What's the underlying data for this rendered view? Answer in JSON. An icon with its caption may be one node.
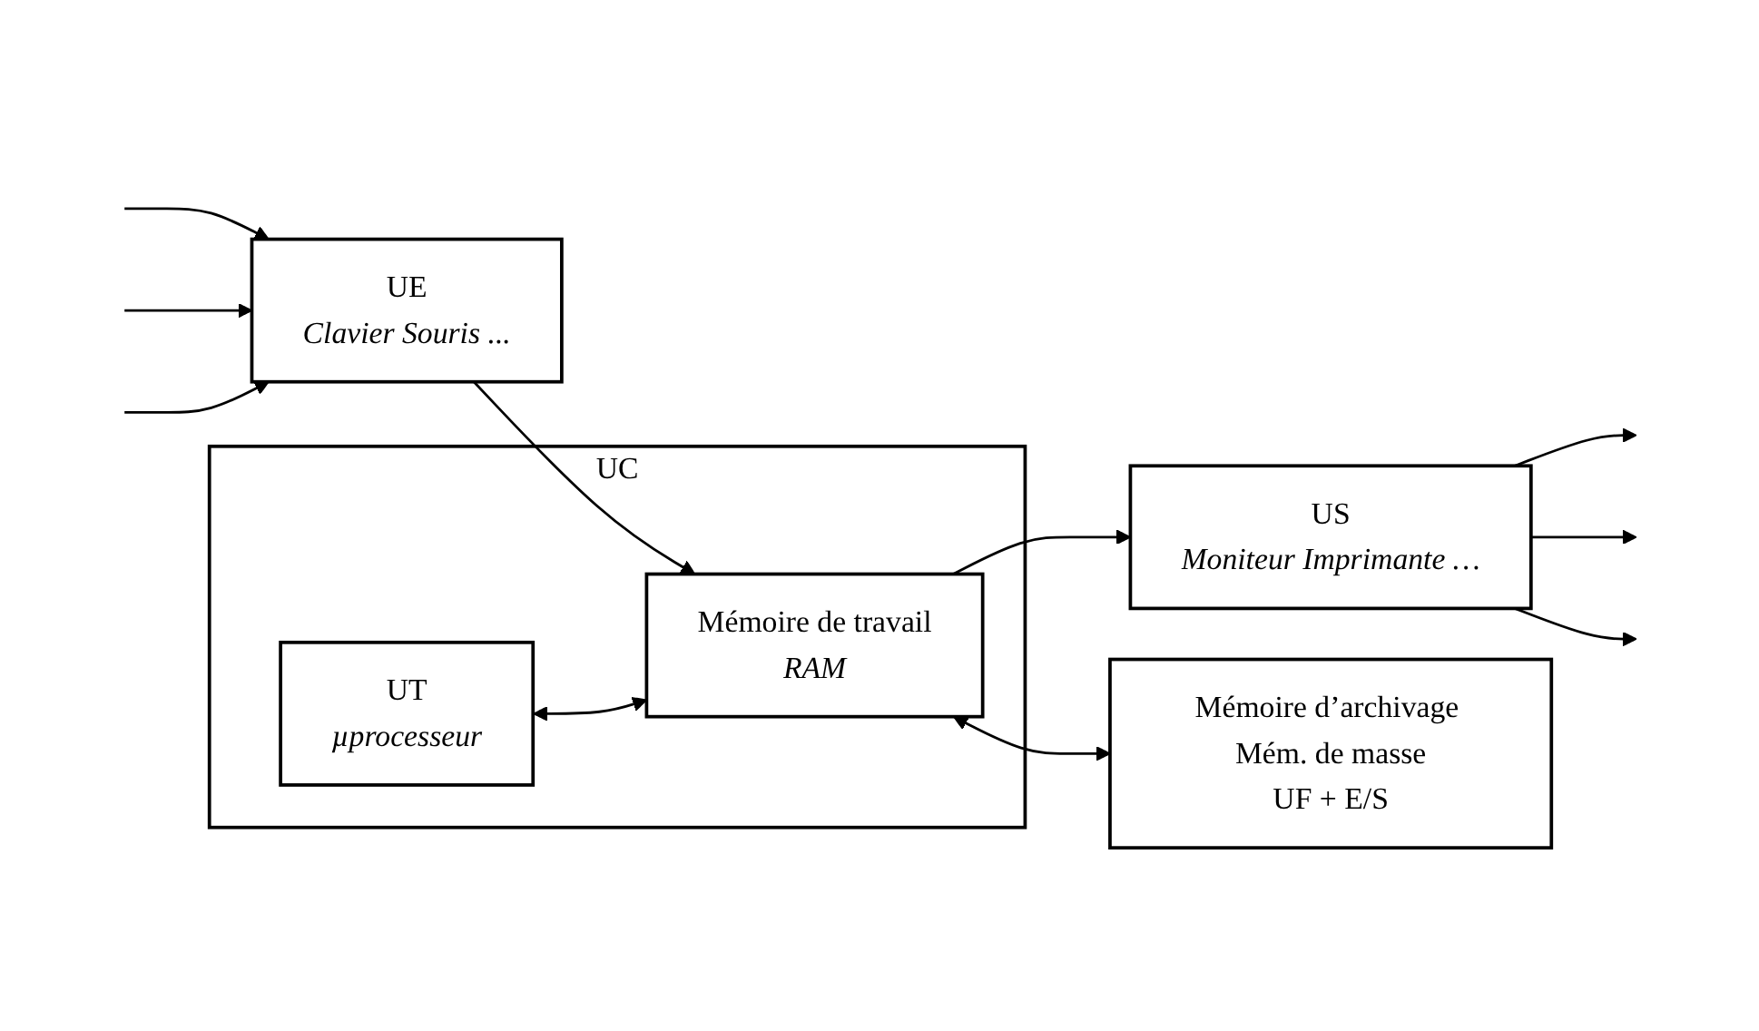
{
  "diagram": {
    "nodes": [
      {
        "text": [
          "UE",
          "Clavier Souris ..."
        ]
      },
      {
        "text": [
          "UC"
        ]
      },
      {
        "text": [
          "UT",
          "µprocesseur"
        ],
        "in": 1
      },
      {
        "text": [
          "Mémoire de travail",
          "RAM"
        ],
        "in": 1
      },
      {
        "text": [
          "US",
          "Moniteur Imprimante …"
        ]
      },
      {
        "text": [
          "Mémoire d’archivage Mém. de masse",
          "UF + E/S"
        ]
      }
    ],
    "edges": [
      {
        "from": null,
        "to": 0,
        "arrow": "to"
      },
      {
        "from": null,
        "to": 0,
        "arrow": "to"
      },
      {
        "from": null,
        "to": 0,
        "arrow": "to"
      },
      {
        "from": 0,
        "to": 3,
        "arrow": "to"
      },
      {
        "from": 2,
        "to": 3,
        "arrow": "both"
      },
      {
        "from": 3,
        "to": 4,
        "arrow": "to"
      },
      {
        "from": 4,
        "to": null,
        "arrow": "to"
      },
      {
        "from": 4,
        "to": null,
        "arrow": "to"
      },
      {
        "from": 4,
        "to": null,
        "arrow": "to"
      },
      {
        "from": 3,
        "to": 5,
        "arrow": "both"
      }
    ]
  }
}
